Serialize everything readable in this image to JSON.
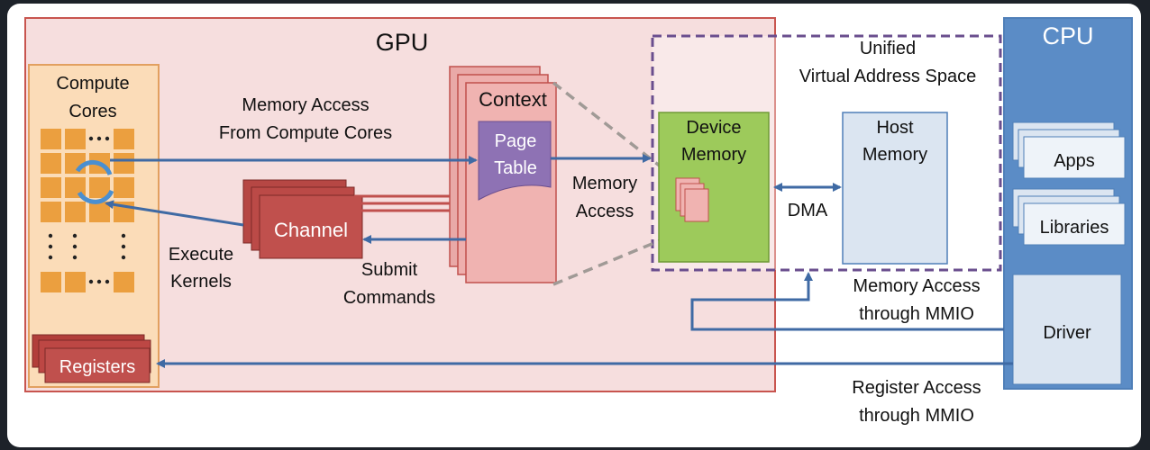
{
  "gpu_title": "GPU",
  "cpu_title": "CPU",
  "compute_cores_label": [
    "Compute",
    "Cores"
  ],
  "registers_label": "Registers",
  "channel_label": "Channel",
  "context_label": "Context",
  "page_table_label": [
    "Page",
    "Table"
  ],
  "device_memory_label": [
    "Device",
    "Memory"
  ],
  "host_memory_label": [
    "Host",
    "Memory"
  ],
  "uvas_label": [
    "Unified",
    "Virtual Address Space"
  ],
  "apps_label": "Apps",
  "libraries_label": "Libraries",
  "driver_label": "Driver",
  "edge_labels": {
    "mem_access_cores": [
      "Memory Access",
      "From Compute Cores"
    ],
    "execute_kernels": [
      "Execute",
      "Kernels"
    ],
    "submit_commands": [
      "Submit",
      "Commands"
    ],
    "memory_access": [
      "Memory",
      "Access"
    ],
    "dma": "DMA",
    "mmio_memory": [
      "Memory Access",
      "through MMIO"
    ],
    "mmio_register": [
      "Register Access",
      "through MMIO"
    ]
  },
  "colors": {
    "gpu_fill": "#f6dede",
    "gpu_border": "#c8554f",
    "cores_fill": "#fbdcb8",
    "cores_border": "#e2a060",
    "core_cell": "#eb9f3f",
    "channel_fill": "#c0504d",
    "context_fill": "#f0b3b1",
    "page_table_fill": "#8e72b4",
    "device_memory_fill": "#9dca5b",
    "host_memory_fill": "#dbe5f1",
    "cpu_fill": "#5b8cc6",
    "arrow": "#3f6aa4",
    "uvas_border": "#6a4e8e"
  }
}
